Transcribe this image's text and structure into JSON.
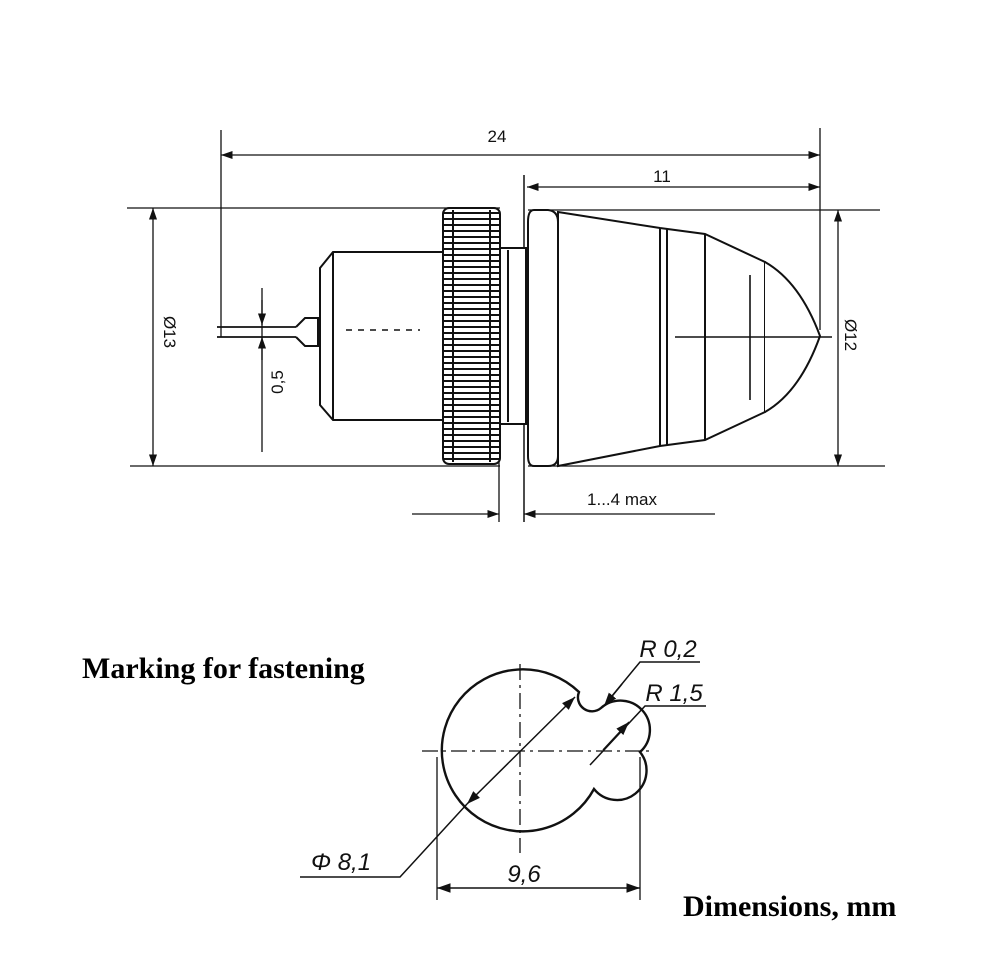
{
  "diagram": {
    "side_view": {
      "dim_overall_length": "24",
      "dim_lens_length": "11",
      "dim_body_diameter": "Ø13",
      "dim_lens_diameter": "Ø12",
      "dim_pin": "0,5",
      "dim_panel_thickness": "1...4 max"
    },
    "fastening_hole": {
      "dim_radius_small": "R 0,2",
      "dim_radius_lobe": "R 1,5",
      "dim_hole_diameter": "Φ 8,1",
      "dim_width": "9,6"
    }
  },
  "captions": {
    "marking": "Marking for fastening",
    "dimensions": "Dimensions, mm"
  }
}
